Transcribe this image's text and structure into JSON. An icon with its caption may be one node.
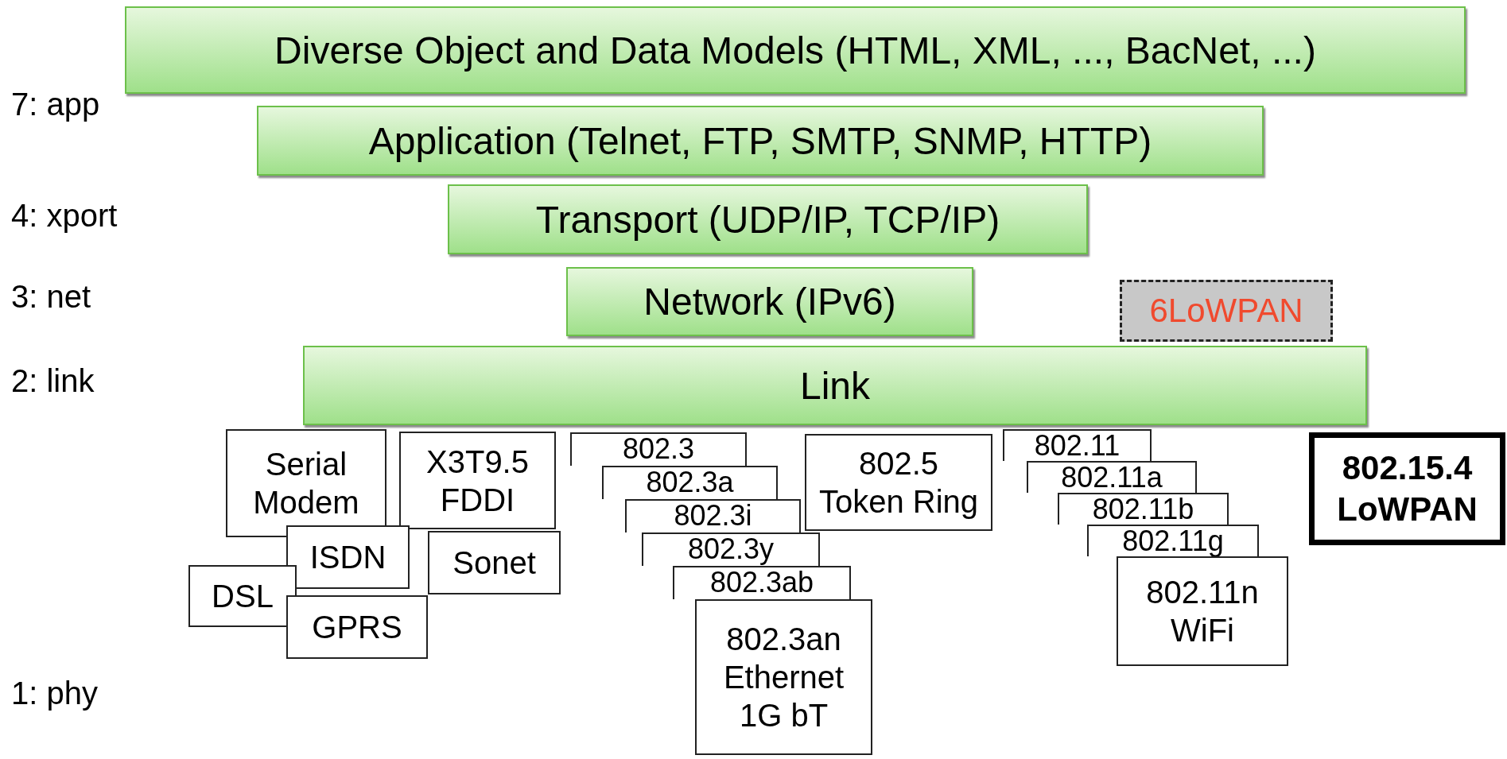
{
  "diagram": {
    "nodes": [
      {
        "text": [
          "Diverse Object and Data Models (HTML, XML, ..., BacNet, ...)"
        ]
      },
      {
        "text": [
          "Application (Telnet, FTP, SMTP, SNMP, HTTP)"
        ]
      },
      {
        "text": [
          "Transport (UDP/IP, TCP/IP)"
        ]
      },
      {
        "text": [
          "Network (IPv6)"
        ]
      },
      {
        "text": [
          "6LoWPAN"
        ]
      },
      {
        "text": [
          "Link"
        ]
      },
      {
        "text": [
          "Serial Modem"
        ]
      },
      {
        "text": [
          "X3T9.5 FDDI"
        ]
      },
      {
        "text": [
          "ISDN"
        ]
      },
      {
        "text": [
          "Sonet"
        ]
      },
      {
        "text": [
          "DSL"
        ]
      },
      {
        "text": [
          "GPRS"
        ]
      },
      {
        "text": [
          "802.3"
        ]
      },
      {
        "text": [
          "802.3a"
        ]
      },
      {
        "text": [
          "802.3i"
        ]
      },
      {
        "text": [
          "802.3y"
        ]
      },
      {
        "text": [
          "802.3ab"
        ]
      },
      {
        "text": [
          "802.3an Ethernet 1G bT"
        ]
      },
      {
        "text": [
          "802.5 Token Ring"
        ]
      },
      {
        "text": [
          "802.11"
        ]
      },
      {
        "text": [
          "802.11a"
        ]
      },
      {
        "text": [
          "802.11b"
        ]
      },
      {
        "text": [
          "802.11g"
        ]
      },
      {
        "text": [
          "802.11n WiFi"
        ]
      },
      {
        "text": [
          "802.15.4 LoWPAN"
        ]
      }
    ],
    "labels": [
      "7: app",
      "4: xport",
      "3: net",
      "2: link",
      "1: phy"
    ]
  }
}
